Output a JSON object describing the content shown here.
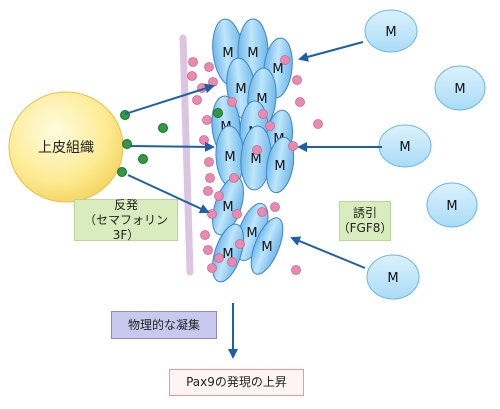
{
  "epithelium": {
    "label": "上皮組織",
    "color": "#fde98a"
  },
  "mesenchyme": {
    "label": "M",
    "color": "#9fd7f4",
    "stroke": "#3b86c8"
  },
  "repulsion": {
    "line1": "反発",
    "line2": "（セマフォリン3F）"
  },
  "induction": {
    "line1": "誘引",
    "line2": "（FGF8）"
  },
  "condensation": {
    "label": "物理的な凝集"
  },
  "expression": {
    "label": "Pax9の発現の上昇"
  },
  "colors": {
    "arrow": "#1f5fa8",
    "green_dot": "#2f9a44",
    "pink_dot": "#e98ab0",
    "repulsion_box": "#d9ecbd",
    "condensation_box": "#c9c8ee",
    "expression_border": "#e89a9a"
  }
}
